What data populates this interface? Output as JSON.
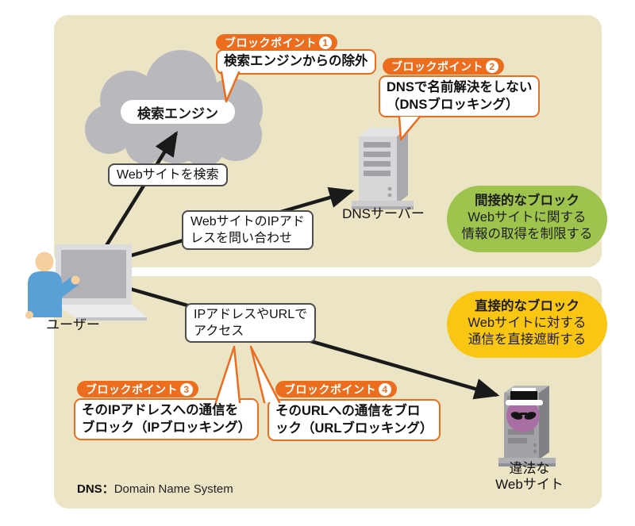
{
  "cloud": {
    "label": "検索エンジン"
  },
  "blockpoints": [
    {
      "label": "ブロックポイント",
      "num": "1",
      "lines": [
        "検索エンジンからの除外"
      ]
    },
    {
      "label": "ブロックポイント",
      "num": "2",
      "lines": [
        "DNSで名前解決をしない",
        "（DNSブロッキング）"
      ]
    },
    {
      "label": "ブロックポイント",
      "num": "3",
      "lines": [
        "そのIPアドレスへの通信を",
        "ブロック（IPブロッキング）"
      ]
    },
    {
      "label": "ブロックポイント",
      "num": "4",
      "lines": [
        "そのURLへの通信をブロ",
        "ック（URLブロッキング）"
      ]
    }
  ],
  "flow_labels": {
    "search": "Webサイトを検索",
    "query_line1": "WebサイトのIPアド",
    "query_line2": "レスを問い合わせ",
    "access_line1": "IPアドレスやURLで",
    "access_line2": "アクセス"
  },
  "captions": {
    "user": "ユーザー",
    "dns_server": "DNSサーバー",
    "illegal_line1": "違法な",
    "illegal_line2": "Webサイト"
  },
  "bubbles": {
    "indirect": {
      "title": "間接的なブロック",
      "line1": "Webサイトに関する",
      "line2": "情報の取得を制限する"
    },
    "direct": {
      "title": "直接的なブロック",
      "line1": "Webサイトに対する",
      "line2": "通信を直接遮断する"
    }
  },
  "footer": {
    "abbr": "DNS",
    "sep": "：",
    "text": "Domain Name System"
  },
  "colors": {
    "accent_orange": "#ed6d1f",
    "panel_beige": "#ebe5c6",
    "indirect_green": "#9fc44d",
    "direct_yellow": "#f9c614",
    "cloud_gray": "#b9b9bd",
    "arrow_black": "#1a1a1a"
  }
}
